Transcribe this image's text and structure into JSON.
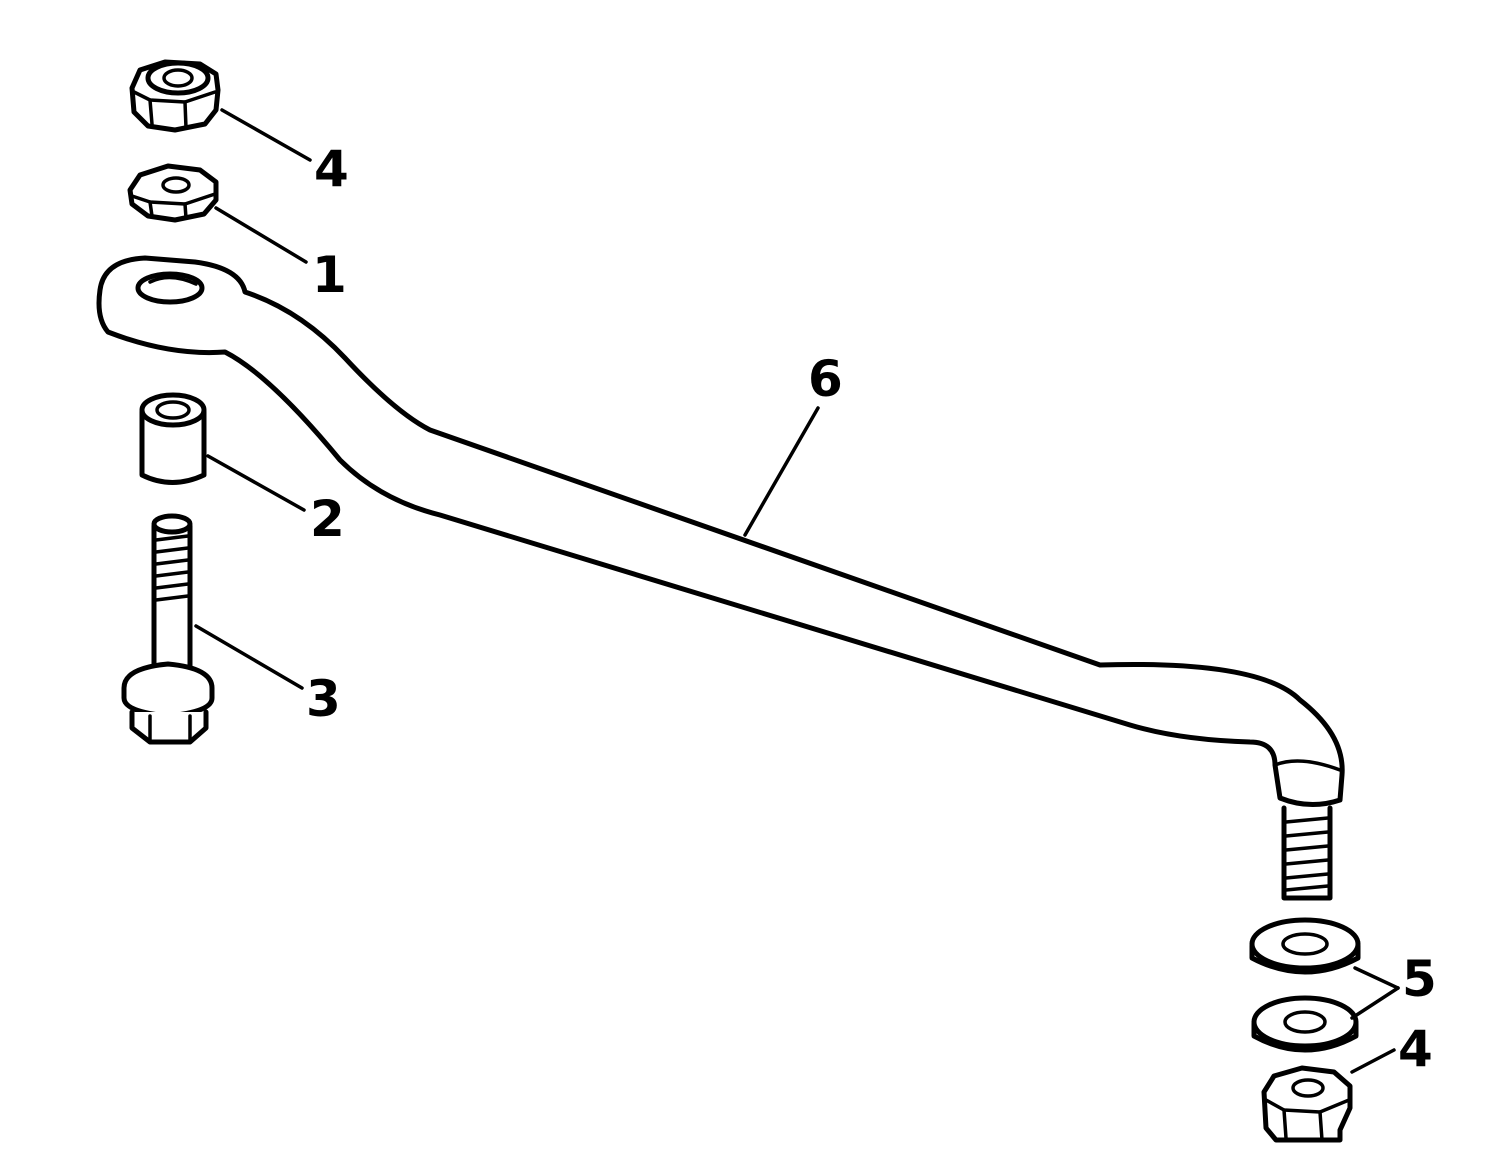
{
  "callouts": {
    "top_nut": "4",
    "plain_nut": "1",
    "spacer": "2",
    "bolt": "3",
    "rod": "6",
    "washers": "5",
    "bottom_nut": "4"
  }
}
